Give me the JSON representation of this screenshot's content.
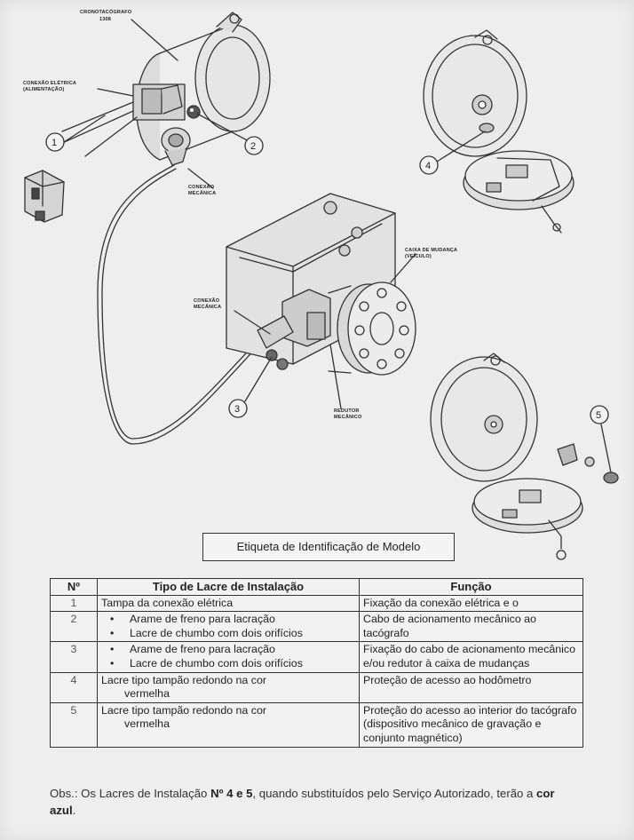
{
  "diagram": {
    "labels": {
      "tachograph": "CRONOTACÓGRAFO",
      "tachograph_model": "1308",
      "electric_connection": "CONEXÃO ELÉTRICA",
      "electric_connection_sub": "(ALIMENTAÇÃO)",
      "mech_connection_top": "CONEXÃO",
      "mech_connection_top_sub": "MECÂNICA",
      "gearbox": "CAIXA DE MUDANÇA",
      "gearbox_sub": "(VEÍCULO)",
      "mech_connection_mid": "CONEXÃO",
      "mech_connection_mid_sub": "MECÂNICA",
      "reducer": "REDUTOR",
      "reducer_sub": "MECÂNICO"
    },
    "callouts": [
      "1",
      "2",
      "3",
      "4",
      "5"
    ]
  },
  "model_label": "Etiqueta de Identificação de Modelo",
  "table": {
    "headers": [
      "Nº",
      "Tipo de Lacre de Instalação",
      "Função"
    ],
    "rows": [
      {
        "num": "1",
        "type": "Tampa da conexão elétrica",
        "function": "Fixação da conexão elétrica e o"
      },
      {
        "num": "2",
        "bullets": [
          "Arame de freno para lacração",
          "Lacre de chumbo com dois orifícios"
        ],
        "function": "Cabo de acionamento mecânico ao tacógrafo"
      },
      {
        "num": "3",
        "bullets": [
          "Arame de freno para lacração",
          "Lacre de chumbo com dois orifícios"
        ],
        "function": "Fixação do cabo de acionamento mecânico e/ou redutor à caixa de mudanças"
      },
      {
        "num": "4",
        "type_line1": "Lacre tipo tampão redondo na cor",
        "type_line2": "vermelha",
        "function": "Proteção de acesso ao hodômetro"
      },
      {
        "num": "5",
        "type_line1": "Lacre tipo tampão redondo na cor",
        "type_line2": "vermelha",
        "function": "Proteção do acesso ao interior do tacógrafo (dispositivo mecânico de gravação e conjunto magnético)"
      }
    ]
  },
  "obs": {
    "prefix": "Obs.: Os Lacres de Instalação ",
    "bold1": "Nº 4 e 5",
    "middle": ", quando substituídos pelo Serviço Autorizado, terão a ",
    "bold2": "cor azul",
    "suffix": "."
  }
}
